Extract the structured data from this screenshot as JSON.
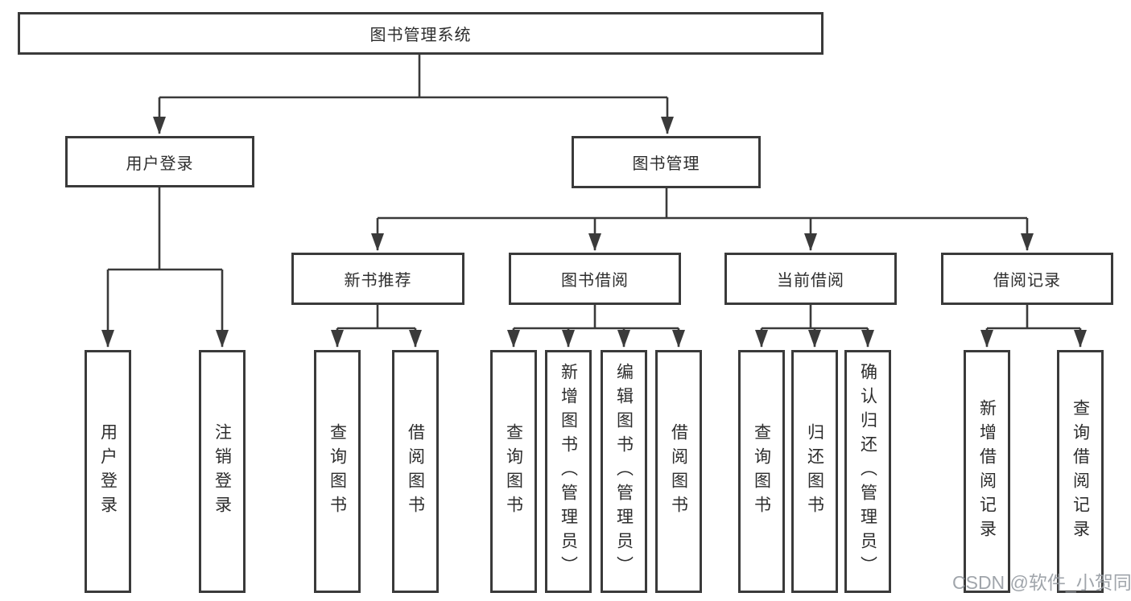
{
  "colors": {
    "line": "#3a3a3a",
    "box_border": "#3a3a3a",
    "text": "#2d2d2d",
    "background": "#ffffff",
    "watermark": "#989da4"
  },
  "watermark": {
    "text": "CSDN @软件_小贺同学"
  },
  "tree": {
    "label": "图书管理系统",
    "children": [
      {
        "label": "用户登录",
        "children": [
          {
            "label": "用户登录"
          },
          {
            "label": "注销登录"
          }
        ]
      },
      {
        "label": "图书管理",
        "children": [
          {
            "label": "新书推荐",
            "children": [
              {
                "label": "查询图书"
              },
              {
                "label": "借阅图书"
              }
            ]
          },
          {
            "label": "图书借阅",
            "children": [
              {
                "label": "查询图书"
              },
              {
                "label": "新增图书（管理员）"
              },
              {
                "label": "编辑图书（管理员）"
              },
              {
                "label": "借阅图书"
              }
            ]
          },
          {
            "label": "当前借阅",
            "children": [
              {
                "label": "查询图书"
              },
              {
                "label": "归还图书"
              },
              {
                "label": "确认归还（管理员）"
              }
            ]
          },
          {
            "label": "借阅记录",
            "children": [
              {
                "label": "新增借阅记录"
              },
              {
                "label": "查询借阅记录"
              }
            ]
          }
        ]
      }
    ]
  }
}
